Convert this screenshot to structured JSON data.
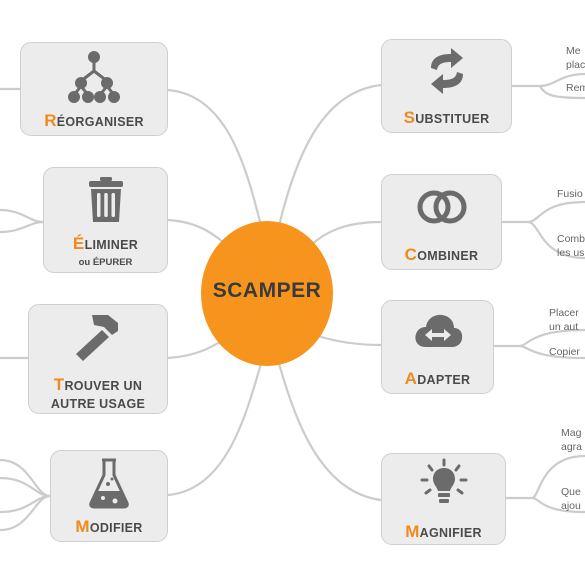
{
  "center": {
    "title": "SCAMPER"
  },
  "cards": {
    "reorganiser": {
      "first": "R",
      "rest": "ÉORGANISER"
    },
    "eliminer": {
      "first": "É",
      "rest": "LIMINER",
      "sub": "ou ÉPURER"
    },
    "trouver": {
      "first": "T",
      "rest": "ROUVER UN",
      "line2": "AUTRE USAGE"
    },
    "modifier": {
      "first": "M",
      "rest": "ODIFIER"
    },
    "substituer": {
      "first": "S",
      "rest": "UBSTITUER"
    },
    "combiner": {
      "first": "C",
      "rest": "OMBINER"
    },
    "adapter": {
      "first": "A",
      "rest": "DAPTER"
    },
    "magnifier": {
      "first": "M",
      "rest": "AGNIFIER"
    }
  },
  "notes": {
    "substituer": [
      "Me",
      "plac",
      "Rem"
    ],
    "combiner": [
      "Fusio",
      "Comb",
      "les us"
    ],
    "adapter": [
      "Placer",
      "un aut",
      "Copier"
    ],
    "magnifier": [
      "Mag",
      "agra",
      "Que",
      "ajou"
    ]
  },
  "colors": {
    "accent": "#f7941d",
    "card_bg": "#ececec",
    "connector": "#c8c8c8",
    "icon": "#6b6b6b"
  }
}
